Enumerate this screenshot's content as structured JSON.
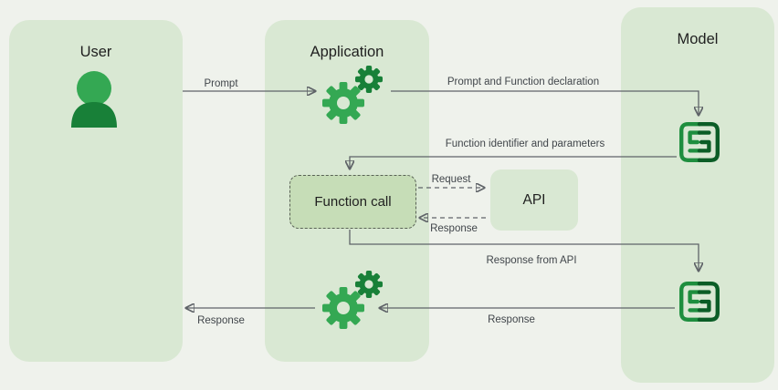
{
  "palette": {
    "page_bg": "#eff2ec",
    "column_bg": "#d9e8d3",
    "function_call_bg": "#c6ddb7",
    "arrow": "#5f6368",
    "icon_green": "#34a853",
    "icon_dark_green": "#188038",
    "icon_deep_green": "#0b5d26",
    "text": "#1f1f1f"
  },
  "columns": {
    "user": "User",
    "application": "Application",
    "model": "Model"
  },
  "boxes": {
    "function_call": "Function call",
    "api": "API"
  },
  "labels": {
    "prompt": "Prompt",
    "prompt_and_function_declaration": "Prompt and Function declaration",
    "function_identifier_and_parameters": "Function identifier and parameters",
    "request": "Request",
    "api_response": "Response",
    "response_from_api": "Response from API",
    "model_response": "Response",
    "user_response": "Response"
  }
}
